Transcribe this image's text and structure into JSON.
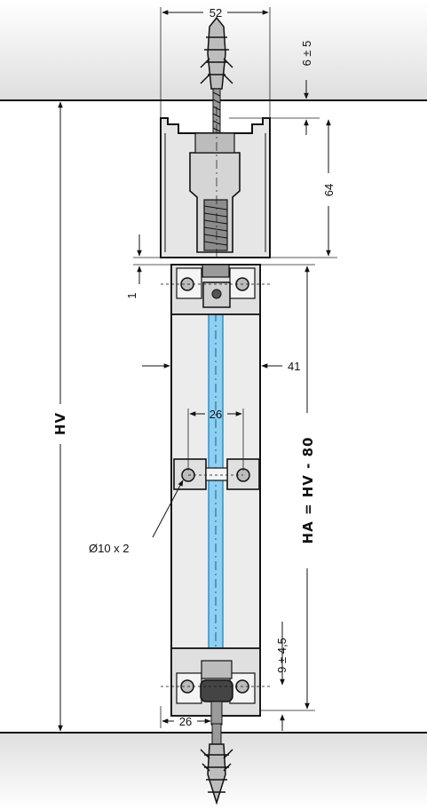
{
  "dimensions": {
    "top_width": "52",
    "ceiling_offset": "6 ± 5",
    "track_height": "64",
    "gap": "1",
    "side_offset": "41",
    "hole_spacing": "26",
    "overall_height": "HV",
    "panel_height": "HA = HV - 80",
    "hole_spec": "Ø10 x 2",
    "bottom_offset": "9 ± 4,5",
    "bottom_width": "26"
  },
  "colors": {
    "glass": "#8dd0f0",
    "glass_edge": "#2e8fc9",
    "slab": "#e5e5e5",
    "panel": "#ececec"
  },
  "icons": {
    "top_anchor": "wall-plug-icon",
    "bottom_anchor": "wall-plug-icon"
  }
}
